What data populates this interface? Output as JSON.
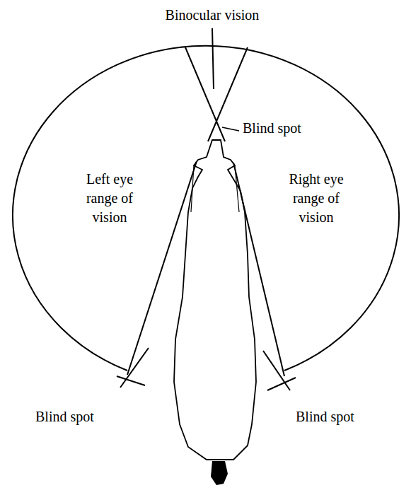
{
  "diagram": {
    "labels": [
      "Binocular vision",
      "Blind spot",
      "Left eye range of vision",
      "Right eye range of vision",
      "Blind spot",
      "Blind spot"
    ]
  }
}
